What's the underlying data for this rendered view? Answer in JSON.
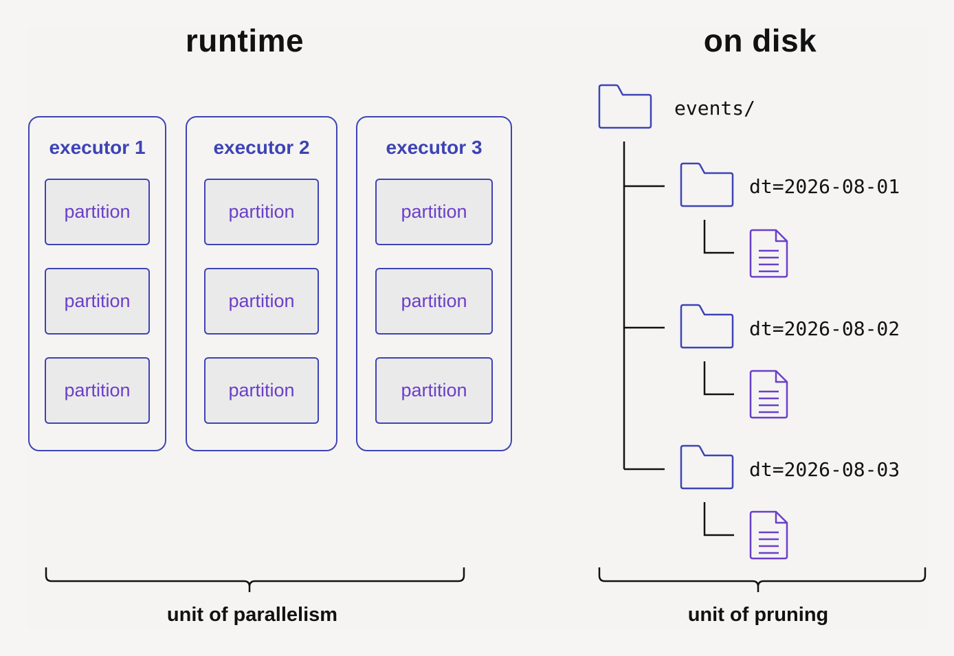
{
  "runtime": {
    "title": "runtime",
    "executors": [
      {
        "label": "executor 1",
        "partitions": [
          "partition",
          "partition",
          "partition"
        ]
      },
      {
        "label": "executor 2",
        "partitions": [
          "partition",
          "partition",
          "partition"
        ]
      },
      {
        "label": "executor 3",
        "partitions": [
          "partition",
          "partition",
          "partition"
        ]
      }
    ],
    "caption": "unit of parallelism"
  },
  "disk": {
    "title": "on disk",
    "root": "events/",
    "folders": [
      "dt=2026-08-01",
      "dt=2026-08-02",
      "dt=2026-08-03"
    ],
    "caption": "unit of pruning"
  },
  "colors": {
    "accent_blue": "#3d43b4",
    "accent_purple": "#6a3fc8",
    "partition_fill": "#ebeaea",
    "text": "#111111"
  },
  "icons": [
    "folder-icon",
    "file-icon"
  ]
}
